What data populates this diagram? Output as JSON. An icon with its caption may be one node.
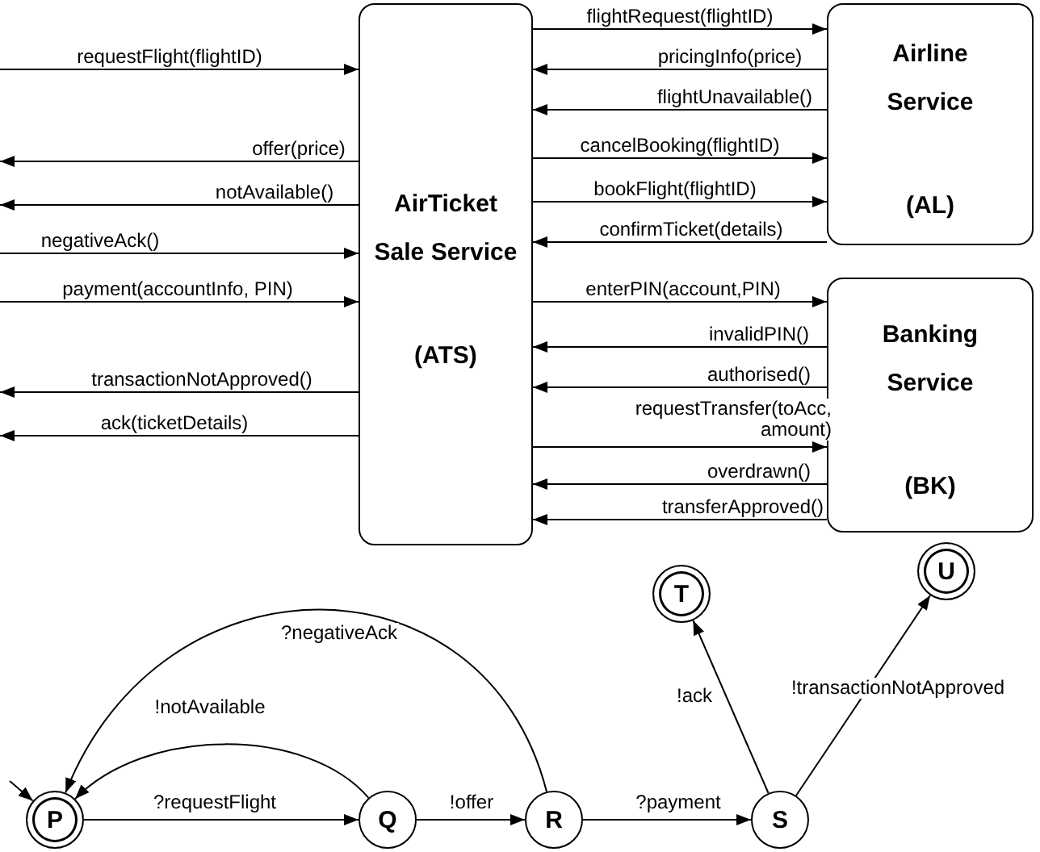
{
  "diagram": {
    "nodes": [
      {
        "text": [
          "AirTicket Sale Service",
          "(ATS)"
        ]
      },
      {
        "text": [
          "Airline Service",
          "(AL)"
        ]
      },
      {
        "text": [
          "Banking Service",
          "(BK)"
        ]
      },
      {
        "text": [
          "P"
        ]
      },
      {
        "text": [
          "Q"
        ]
      },
      {
        "text": [
          "R"
        ]
      },
      {
        "text": [
          "S"
        ]
      },
      {
        "text": [
          "T"
        ]
      },
      {
        "text": [
          "U"
        ]
      }
    ],
    "edges": [
      {
        "from": null,
        "to": 0,
        "arrow": "to",
        "label": "requestFlight(flightID)"
      },
      {
        "from": 0,
        "to": null,
        "arrow": "to",
        "label": "offer(price)"
      },
      {
        "from": 0,
        "to": null,
        "arrow": "to",
        "label": "notAvailable()"
      },
      {
        "from": null,
        "to": 0,
        "arrow": "to",
        "label": "negativeAck()"
      },
      {
        "from": null,
        "to": 0,
        "arrow": "to",
        "label": "payment(accountInfo, PIN)"
      },
      {
        "from": 0,
        "to": null,
        "arrow": "to",
        "label": "transactionNotApproved()"
      },
      {
        "from": 0,
        "to": null,
        "arrow": "to",
        "label": "ack(ticketDetails)"
      },
      {
        "from": 0,
        "to": 1,
        "arrow": "to",
        "label": "flightRequest(flightID)"
      },
      {
        "from": 1,
        "to": 0,
        "arrow": "to",
        "label": "pricingInfo(price)"
      },
      {
        "from": 1,
        "to": 0,
        "arrow": "to",
        "label": "flightUnavailable()"
      },
      {
        "from": 0,
        "to": 1,
        "arrow": "to",
        "label": "cancelBooking(flightID)"
      },
      {
        "from": 0,
        "to": 1,
        "arrow": "to",
        "label": "bookFlight(flightID)"
      },
      {
        "from": 1,
        "to": 0,
        "arrow": "to",
        "label": "confirmTicket(details)"
      },
      {
        "from": 0,
        "to": 2,
        "arrow": "to",
        "label": "enterPIN(account,PIN)"
      },
      {
        "from": 2,
        "to": 0,
        "arrow": "to",
        "label": "invalidPIN()"
      },
      {
        "from": 2,
        "to": 0,
        "arrow": "to",
        "label": "authorised()"
      },
      {
        "from": 0,
        "to": 2,
        "arrow": "to",
        "label": "requestTransfer(toAcc, amount)"
      },
      {
        "from": 2,
        "to": 0,
        "arrow": "to",
        "label": "overdrawn()"
      },
      {
        "from": 2,
        "to": 0,
        "arrow": "to",
        "label": "transferApproved()"
      },
      {
        "from": null,
        "to": 3,
        "arrow": "to"
      },
      {
        "from": 3,
        "to": 4,
        "arrow": "to",
        "label": "?requestFlight"
      },
      {
        "from": 4,
        "to": 3,
        "arrow": "to",
        "label": "!notAvailable"
      },
      {
        "from": 5,
        "to": 3,
        "arrow": "to",
        "label": "?negativeAck"
      },
      {
        "from": 4,
        "to": 5,
        "arrow": "to",
        "label": "!offer"
      },
      {
        "from": 5,
        "to": 6,
        "arrow": "to",
        "label": "?payment"
      },
      {
        "from": 6,
        "to": 7,
        "arrow": "to",
        "label": "!ack"
      },
      {
        "from": 6,
        "to": 8,
        "arrow": "to",
        "label": "!transactionNotApproved"
      }
    ]
  }
}
